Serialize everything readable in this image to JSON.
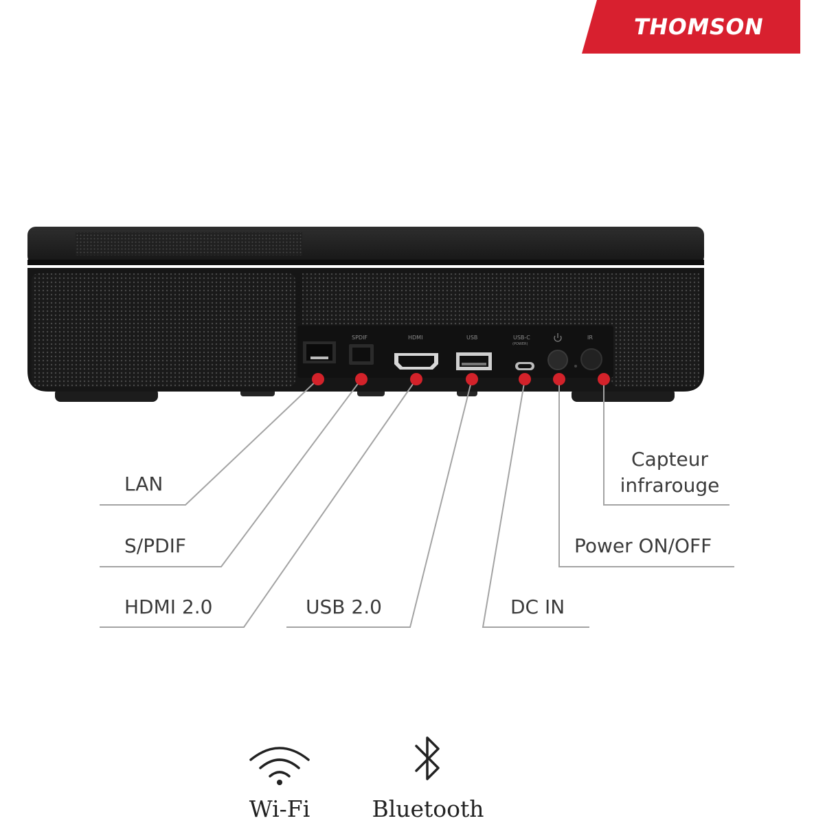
{
  "brand": {
    "name": "THOMSON",
    "color": "#d8202f"
  },
  "device": {
    "port_tags": [
      "SPDIF",
      "HDMI",
      "USB",
      "USB-C",
      "IR"
    ],
    "usb_c_subtag": "(POWER)"
  },
  "callouts": [
    {
      "id": "lan",
      "label": "LAN"
    },
    {
      "id": "spdif",
      "label": "S/PDIF"
    },
    {
      "id": "hdmi",
      "label": "HDMI 2.0"
    },
    {
      "id": "usb",
      "label": "USB 2.0"
    },
    {
      "id": "dcin",
      "label": "DC IN"
    },
    {
      "id": "power",
      "label": "Power ON/OFF"
    },
    {
      "id": "ir",
      "label": "Capteur\ninfrarouge"
    }
  ],
  "features": [
    {
      "id": "wifi",
      "label": "Wi-Fi",
      "icon": "wifi-icon"
    },
    {
      "id": "bluetooth",
      "label": "Bluetooth",
      "icon": "bluetooth-icon"
    }
  ],
  "colors": {
    "marker": "#d3222a",
    "line": "#9a9a9a",
    "device": "#1b1b1b"
  }
}
